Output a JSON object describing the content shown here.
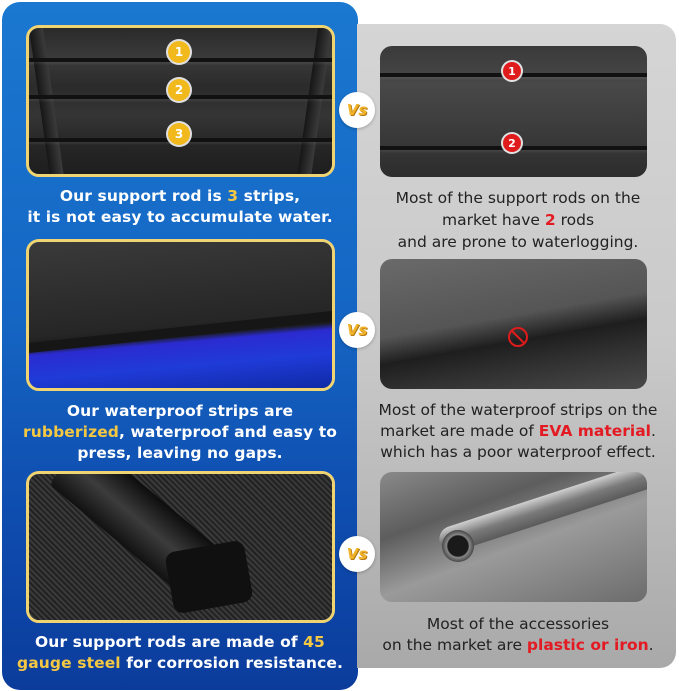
{
  "colors": {
    "left_panel_top": "#1a78d0",
    "left_panel_bottom": "#0b3c9c",
    "right_panel": "#c9c9c9",
    "highlight_yellow": "#f5c842",
    "highlight_red": "#e41a23",
    "image_border_yellow": "#f1d472"
  },
  "vs_badge": {
    "label": "Vs"
  },
  "rows": [
    {
      "left": {
        "image_alt": "tonneau cover with 3 support rods",
        "badges": [
          "1",
          "2",
          "3"
        ],
        "caption": {
          "line1_before": "Our support rod is ",
          "line1_highlight": "3",
          "line1_after": " strips,",
          "line2": "it is not easy to accumulate water."
        }
      },
      "right": {
        "image_alt": "competitor cover with 2 support rods",
        "badges": [
          "1",
          "2"
        ],
        "caption": {
          "line1": "Most of the support rods on the",
          "line2_before": "market have ",
          "line2_highlight": "2",
          "line2_after": " rods",
          "line3": "and are prone to waterlogging."
        }
      }
    },
    {
      "left": {
        "image_alt": "rubberized waterproof strip on blue truck bed",
        "caption": {
          "line1": "Our waterproof strips are",
          "line2_highlight": "rubberized",
          "line2_after": ", waterproof and easy to",
          "line3": "press, leaving no gaps."
        }
      },
      "right": {
        "image_alt": "EVA material waterproof strip with prohibited sign",
        "icon": "prohibited-icon",
        "caption": {
          "line1": "Most of the waterproof strips on the",
          "line2_before": "market are made of ",
          "line2_highlight": "EVA material",
          "line2_after": ".",
          "line3": "which has a poor waterproof effect."
        }
      }
    },
    {
      "left": {
        "image_alt": "45 gauge steel support rod with end cap",
        "caption": {
          "line1_before": "Our support rods are made of ",
          "line1_highlight": "45",
          "line2_highlight": "gauge steel",
          "line2_after": " for corrosion resistance."
        }
      },
      "right": {
        "image_alt": "plastic or iron tube accessory",
        "caption": {
          "line1": "Most of the accessories",
          "line2_before": "on the market are ",
          "line2_highlight": "plastic or iron",
          "line2_after": "."
        }
      }
    }
  ]
}
